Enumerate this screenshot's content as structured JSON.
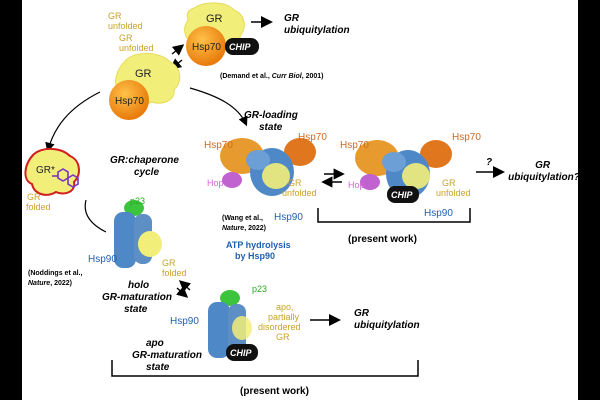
{
  "colors": {
    "gr_yellow": "#f2ee7a",
    "hsp70_orange": "#f08a12",
    "hsp90_blue": "#5d8fc4",
    "p23_green": "#3cc43c",
    "hop_purple": "#c062d0",
    "label_gold": "#c9a227",
    "label_blue": "#1f5fb4",
    "label_orange": "#d2691e",
    "chip_black": "#111111"
  },
  "top_complex": {
    "gr_label": "GR",
    "gr_state": "GR\nunfolded",
    "hsp70_label": "Hsp70",
    "chip_label": "CHIP",
    "result": "GR\nubiquitylation",
    "citation_prefix": "(Demand et al., ",
    "citation_journal": "Curr Biol",
    "citation_suffix": ", 2001)"
  },
  "gr_hsp70_complex": {
    "gr_label": "GR",
    "hsp70_label": "Hsp70",
    "gr_state": "GR\nunfolded"
  },
  "cycle": {
    "title": "GR:chaperone\ncycle",
    "folded_gr_label": "GR*",
    "folded_state": "GR\nfolded"
  },
  "loading_state": {
    "title": "GR-loading\nstate",
    "hsp70_left": "Hsp70",
    "hsp70_right": "Hsp70",
    "hop": "Hop",
    "gr_state": "GR\nunfolded",
    "hsp90": "Hsp90",
    "citation_prefix": "(Wang et al.,",
    "citation_journal": "Nature",
    "citation_suffix": ", 2022)",
    "atp_text": "ATP hydrolysis\nby Hsp90"
  },
  "chip_loading": {
    "hsp70_left": "Hsp70",
    "hsp70_right": "Hsp70",
    "hop": "Hop",
    "chip_label": "CHIP",
    "gr_state": "GR\nunfolded",
    "hsp90": "Hsp90",
    "question": "?",
    "result": "GR\nubiquitylation?",
    "present_work": "(present work)"
  },
  "holo_state": {
    "p23": "p23",
    "hsp90": "Hsp90",
    "gr_state": "GR\nfolded",
    "title": "holo\nGR-maturation\nstate",
    "citation_prefix": "(Noddings et al.,",
    "citation_journal": "Nature",
    "citation_suffix": ", 2022)"
  },
  "apo_state": {
    "p23": "p23",
    "hsp90": "Hsp90",
    "gr_state": "apo,\npartially\ndisordered\nGR",
    "chip_label": "CHIP",
    "title": "apo\nGR-maturation\nstate",
    "result": "GR\nubiquitylation",
    "present_work": "(present work)"
  }
}
